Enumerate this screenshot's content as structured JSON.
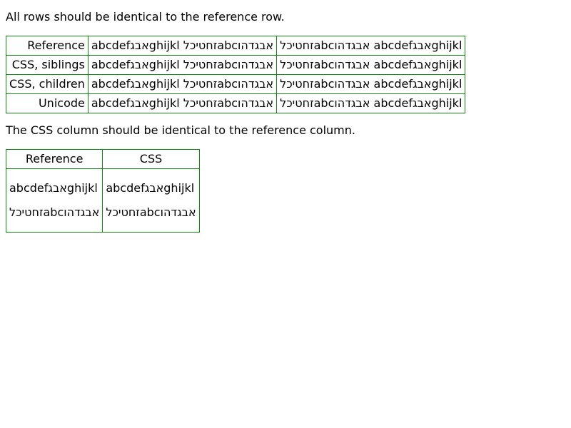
{
  "intro_rows": "All rows should be identical to the reference row.",
  "intro_column": "The CSS column should be identical to the reference column.",
  "table1": {
    "rows": [
      {
        "label": "Reference",
        "cell1": "abcdefגבאghijkl לכיטחזabcוהדגבא",
        "cell2": "לכיטחזabcוהדגבא abcdefגבאghijkl"
      },
      {
        "label": "CSS, siblings",
        "cell1": "abcdefגבאghijkl לכיטחזabcוהדגבא",
        "cell2": "לכיטחזabcוהדגבא abcdefגבאghijkl"
      },
      {
        "label": "CSS, children",
        "cell1": "abcdefגבאghijkl לכיטחזabcוהדגבא",
        "cell2": "לכיטחזabcוהדגבא abcdefגבאghijkl"
      },
      {
        "label": "Unicode",
        "cell1": "abcdefגבאghijkl לכיטחזabcוהדגבא",
        "cell2": "לכיטחזabcוהדגבא abcdefגבאghijkl"
      }
    ]
  },
  "table2": {
    "headers": [
      "Reference",
      "CSS"
    ],
    "reference": {
      "line1": "abcdefגבאghijkl",
      "line2": "לכיטחזabcוהדגבא"
    },
    "css": {
      "line1": "abcdefגבאghijkl",
      "line2": "לכיטחזabcוהדגבא"
    }
  }
}
